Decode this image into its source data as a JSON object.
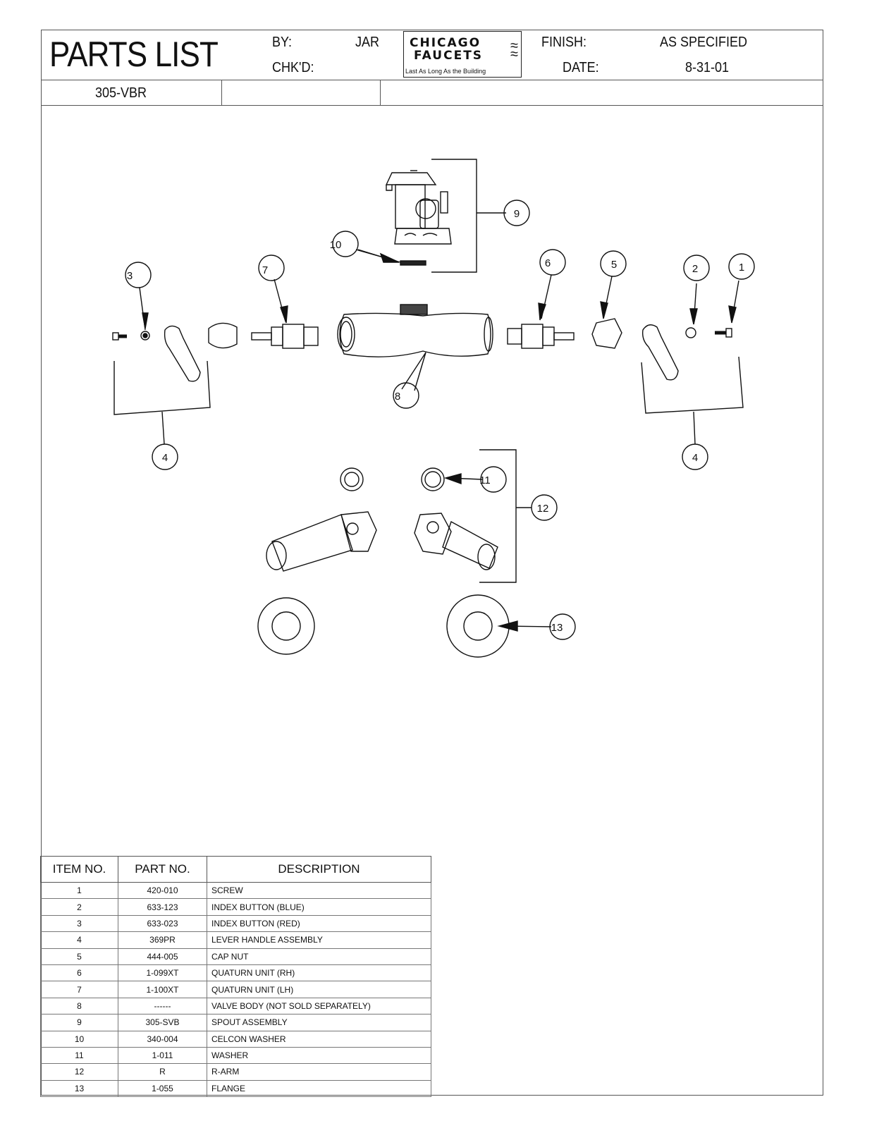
{
  "header": {
    "title": "PARTS LIST",
    "by_label": "BY:",
    "by_value": "JAR",
    "chkd_label": "CHK'D:",
    "finish_label": "FINISH:",
    "finish_value": "AS SPECIFIED",
    "date_label": "DATE:",
    "date_value": "8-31-01",
    "model": "305-VBR"
  },
  "logo": {
    "line1": "CHICAGO",
    "line2": "FAUCETS",
    "tagline": "Last As Long As the Building"
  },
  "drawing": {
    "callouts": [
      "1",
      "2",
      "3",
      "4",
      "5",
      "6",
      "7",
      "8",
      "9",
      "10",
      "11",
      "12",
      "13"
    ]
  },
  "parts_table": {
    "headers": [
      "ITEM NO.",
      "PART NO.",
      "DESCRIPTION"
    ],
    "rows": [
      {
        "item": "1",
        "part": "420-010",
        "desc": "SCREW"
      },
      {
        "item": "2",
        "part": "633-123",
        "desc": "INDEX BUTTON (BLUE)"
      },
      {
        "item": "3",
        "part": "633-023",
        "desc": "INDEX BUTTON (RED)"
      },
      {
        "item": "4",
        "part": "369PR",
        "desc": "LEVER HANDLE ASSEMBLY"
      },
      {
        "item": "5",
        "part": "444-005",
        "desc": "CAP NUT"
      },
      {
        "item": "6",
        "part": "1-099XT",
        "desc": "QUATURN UNIT (RH)"
      },
      {
        "item": "7",
        "part": "1-100XT",
        "desc": "QUATURN UNIT (LH)"
      },
      {
        "item": "8",
        "part": "------",
        "desc": "VALVE BODY (NOT SOLD SEPARATELY)"
      },
      {
        "item": "9",
        "part": "305-SVB",
        "desc": "SPOUT ASSEMBLY"
      },
      {
        "item": "10",
        "part": "340-004",
        "desc": "CELCON WASHER"
      },
      {
        "item": "11",
        "part": "1-011",
        "desc": "WASHER"
      },
      {
        "item": "12",
        "part": "R",
        "desc": "R-ARM"
      },
      {
        "item": "13",
        "part": "1-055",
        "desc": "FLANGE"
      }
    ]
  }
}
